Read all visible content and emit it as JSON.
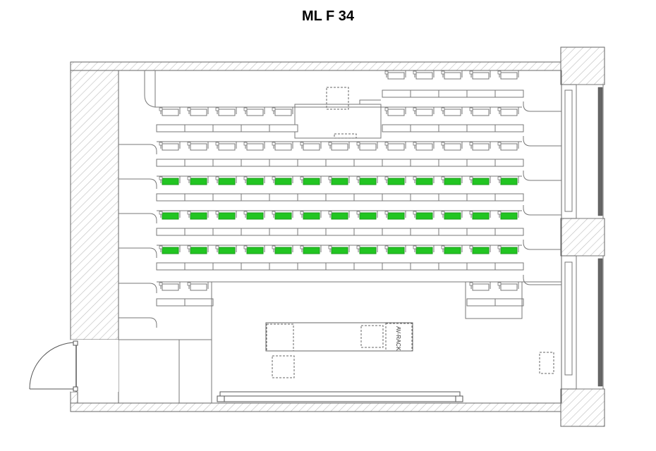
{
  "title": "ML F 34",
  "rack_label": "AV-RACK",
  "colors": {
    "wall": "#555555",
    "hatch": "#b8b8b8",
    "seat_occupied": "#22c522",
    "seat_free": "#ffffff",
    "line": "#555555"
  },
  "seating": {
    "row_labels_visible": false,
    "occupied_rows": [
      3,
      4,
      5
    ],
    "columns_per_row": 13
  }
}
